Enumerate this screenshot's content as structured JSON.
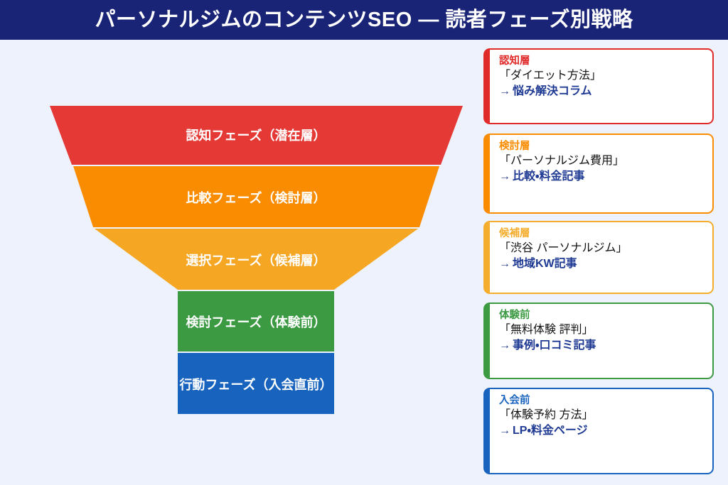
{
  "header": {
    "title": "パーソナルジムのコンテンツSEO — 読者フェーズ別戦略",
    "bar_color": "#1a2477",
    "text_color": "#ffffff"
  },
  "page": {
    "background_color": "#eef2fc"
  },
  "funnel": {
    "stages": [
      {
        "label": "認知フェーズ（潜在層）",
        "color": "#e53935",
        "shape": "trapezoid"
      },
      {
        "label": "比較フェーズ（検討層）",
        "color": "#f98c00",
        "shape": "trapezoid"
      },
      {
        "label": "選択フェーズ（候補層）",
        "color": "#f5a623",
        "shape": "trapezoid"
      },
      {
        "label": "検討フェーズ（体験前）",
        "color": "#3b9a42",
        "shape": "rectangle"
      },
      {
        "label": "行動フェーズ（入会直前）",
        "color": "#1763bd",
        "shape": "rectangle"
      }
    ]
  },
  "cards": [
    {
      "tier": "認知層",
      "keyword": "「ダイエット方法」",
      "arrow": "→",
      "action": "悩み解決コラム",
      "accent_color": "#e02b2b"
    },
    {
      "tier": "検討層",
      "keyword": "「パーソナルジム費用」",
      "arrow": "→",
      "action": "比較・料金記事",
      "accent_color": "#f98c00"
    },
    {
      "tier": "候補層",
      "keyword": "「渋谷 パーソナルジム」",
      "arrow": "→",
      "action": "地域KW記事",
      "accent_color": "#f5ad2e"
    },
    {
      "tier": "体験前",
      "keyword": "「無料体験 評判」",
      "arrow": "→",
      "action": "事例・口コミ記事",
      "accent_color": "#3b9a42"
    },
    {
      "tier": "入会前",
      "keyword": "「体験予約 方法」",
      "arrow": "→",
      "action": "LP・料金ページ",
      "accent_color": "#1763bd"
    }
  ]
}
